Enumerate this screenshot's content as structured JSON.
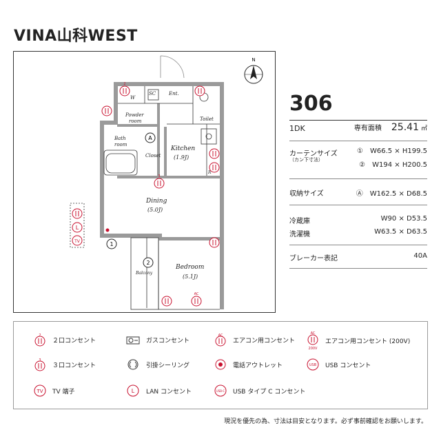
{
  "title": "VINA山科WEST",
  "unit_number": "306",
  "layout": "1DK",
  "area": {
    "label": "専有面積",
    "value": "25.41",
    "unit": "㎡"
  },
  "curtain": {
    "label": "カーテンサイズ",
    "sublabel": "（カン下寸法）",
    "items": [
      {
        "mark": "①",
        "value": "W66.5 × H199.5"
      },
      {
        "mark": "②",
        "value": "W194 × H200.5"
      }
    ]
  },
  "storage": {
    "label": "収納サイズ",
    "mark": "Ⓐ",
    "value": "W162.5 × D68.5"
  },
  "fridge": {
    "label": "冷蔵庫",
    "value": "W90 × D53.5"
  },
  "washer": {
    "label": "洗濯機",
    "value": "W63.5 × D63.5"
  },
  "breaker": {
    "label": "ブレーカー表記",
    "value": "40A"
  },
  "rooms": {
    "sc": "SC",
    "ent": "Ent.",
    "toilet": "Toilet",
    "w": "W",
    "powder": "Powder",
    "powder2": "room",
    "bath": "Bath",
    "bath2": "room",
    "closet": "Closet",
    "kitchen": "Kitchen",
    "kitchen_size": "(1.9J)",
    "dining": "Dining",
    "dining_size": "(5.0J)",
    "bedroom": "Bedroom",
    "bedroom_size": "(5.1J)",
    "balcony": "Balcony",
    "r": "R",
    "closet_mark": "A",
    "window1": "1",
    "window2": "2",
    "north": "N"
  },
  "outlet_marks": {
    "two": "2",
    "three": "3",
    "ac": "AC",
    "l": "L",
    "tv": "TV"
  },
  "legend": {
    "outlet2": "２口コンセント",
    "gas": "ガスコンセント",
    "ac": "エアコン用コンセント",
    "ac200": "エアコン用コンセント (200V)",
    "ac200_mark": "200V",
    "outlet3": "３口コンセント",
    "ceiling": "引掛シーリング",
    "phone": "電話アウトレット",
    "usb": "USB コンセント",
    "usb_mark": "USB",
    "tv": "TV 端子",
    "lan": "LAN コンセント",
    "usbc": "USB タイプ C コンセント",
    "usbc_mark": "USB-C"
  },
  "note": "現況を優先の為、寸法は目安となります。必ず事前確認をお願いします。",
  "colors": {
    "accent": "#c8102e",
    "wall": "#9a9a9a",
    "text": "#222222"
  }
}
